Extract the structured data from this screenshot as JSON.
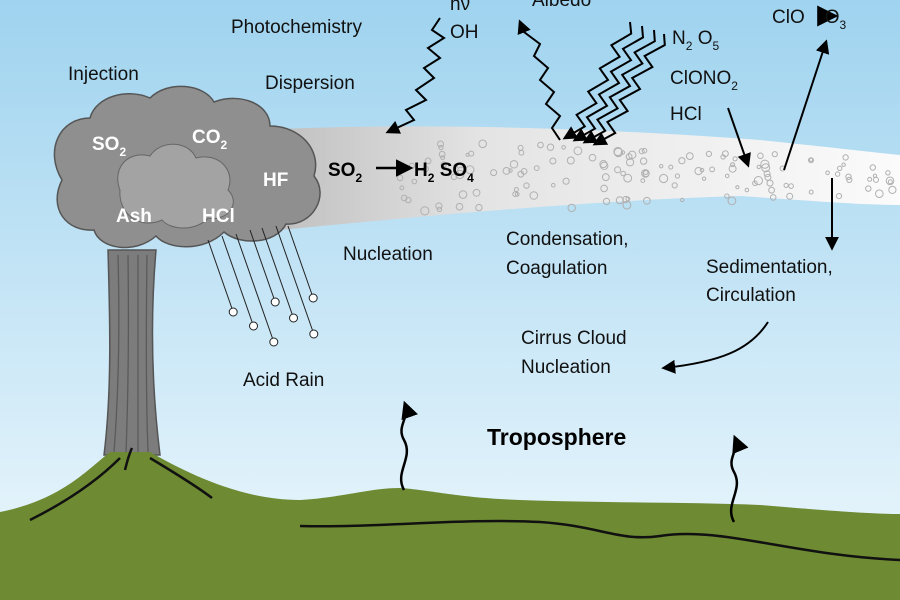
{
  "colors": {
    "sky_top": "#9fd3ef",
    "sky_bottom": "#eef8fd",
    "ground": "#6e8a33",
    "ground_dark": "#55702a",
    "plume": "#8e8e8e",
    "plume_light": "#c7c7c7",
    "aerosol_band": "#f2f2f2",
    "arrow": "#000000"
  },
  "labels": {
    "injection": "Injection",
    "photochemistry": "Photochemistry",
    "hv": "hν",
    "oh": "OH",
    "dispersion": "Dispersion",
    "albedo": "Albedo",
    "n2o5": {
      "a": "N",
      "a_sub": "2",
      "b": " O",
      "b_sub": "5"
    },
    "clono2": {
      "a": "ClONO",
      "a_sub": "2"
    },
    "hcl_right": "HCl",
    "clo_o3": {
      "a": "ClO",
      "b": "O",
      "b_sub": "3"
    },
    "so2_h2so4": {
      "a": "SO",
      "a_sub": "2",
      "b": "H",
      "b_sub": "2",
      "c": " SO",
      "c_sub": "4"
    },
    "nucleation": "Nucleation",
    "condensation": "Condensation,",
    "coagulation": "Coagulation",
    "sedimentation": "Sedimentation,",
    "circulation": "Circulation",
    "cirrus_1": "Cirrus Cloud",
    "cirrus_2": "Nucleation",
    "acid_rain": "Acid Rain",
    "troposphere": "Troposphere"
  },
  "plume_gases": {
    "so2": {
      "a": "SO",
      "a_sub": "2"
    },
    "co2": {
      "a": "CO",
      "a_sub": "2"
    },
    "hf": "HF",
    "ash": "Ash",
    "hcl": "HCl"
  }
}
